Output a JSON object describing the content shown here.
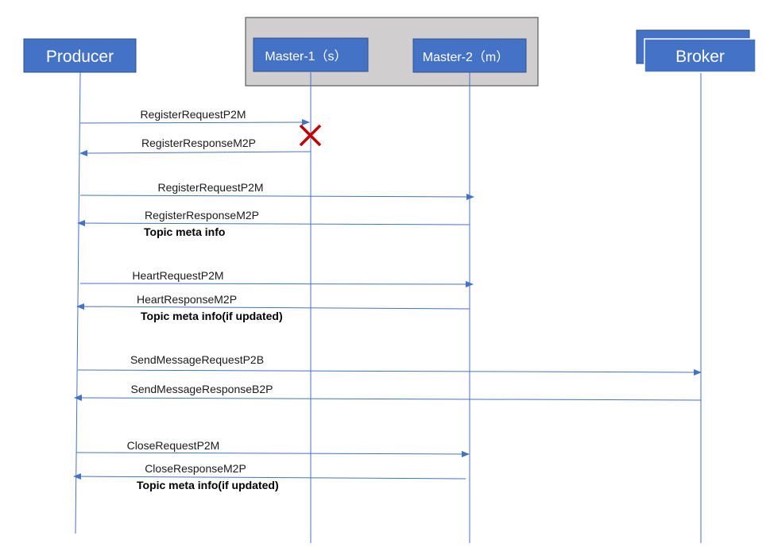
{
  "colors": {
    "box_fill": "#4472c4",
    "box_stroke": "#2f528f",
    "lifeline": "#4472c4",
    "arrow": "#4472c4",
    "group_fill": "#d0cece",
    "group_stroke": "#404040",
    "failure_mark": "#c00000"
  },
  "actors": {
    "producer": {
      "label": "Producer"
    },
    "master1": {
      "label": "Master-1（s）"
    },
    "master2": {
      "label": "Master-2（m）"
    },
    "broker": {
      "label": "Broker"
    }
  },
  "messages": [
    {
      "label": "RegisterRequestP2M"
    },
    {
      "label": "RegisterResponseM2P"
    },
    {
      "label": "RegisterRequestP2M"
    },
    {
      "label": "RegisterResponseM2P",
      "note": "Topic meta info"
    },
    {
      "label": "HeartRequestP2M"
    },
    {
      "label": "HeartResponseM2P",
      "note": "Topic meta info(if updated)"
    },
    {
      "label": "SendMessageRequestP2B"
    },
    {
      "label": "SendMessageResponseB2P"
    },
    {
      "label": "CloseRequestP2M"
    },
    {
      "label": "CloseResponseM2P",
      "note": "Topic meta info(if updated)"
    }
  ],
  "failure_mark": {
    "icon": "cross-icon"
  }
}
